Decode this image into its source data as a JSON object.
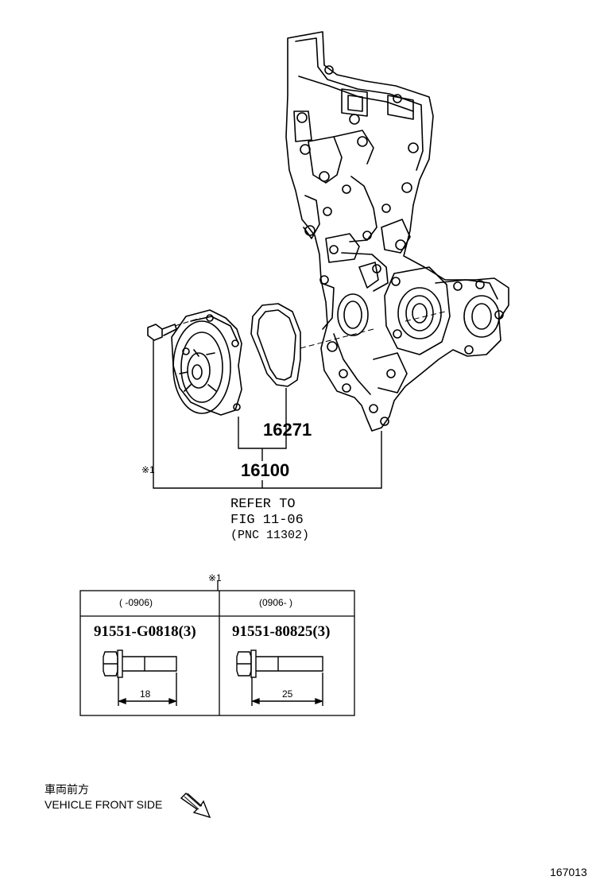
{
  "callouts": {
    "gasket": "16271",
    "water_pump": "16100"
  },
  "note_mark": "※1",
  "refer": {
    "line1": "REFER TO",
    "line2": "FIG 11-06",
    "line3": "(PNC 11302)"
  },
  "table": {
    "mark": "※1",
    "columns": [
      {
        "range": "(    -0906)",
        "part": "91551-G0818(3)",
        "length": "18"
      },
      {
        "range": "(0906-    )",
        "part": "91551-80825(3)",
        "length": "25"
      }
    ]
  },
  "front": {
    "jp": "車両前方",
    "en": "VEHICLE FRONT SIDE"
  },
  "figure_id": "167013"
}
